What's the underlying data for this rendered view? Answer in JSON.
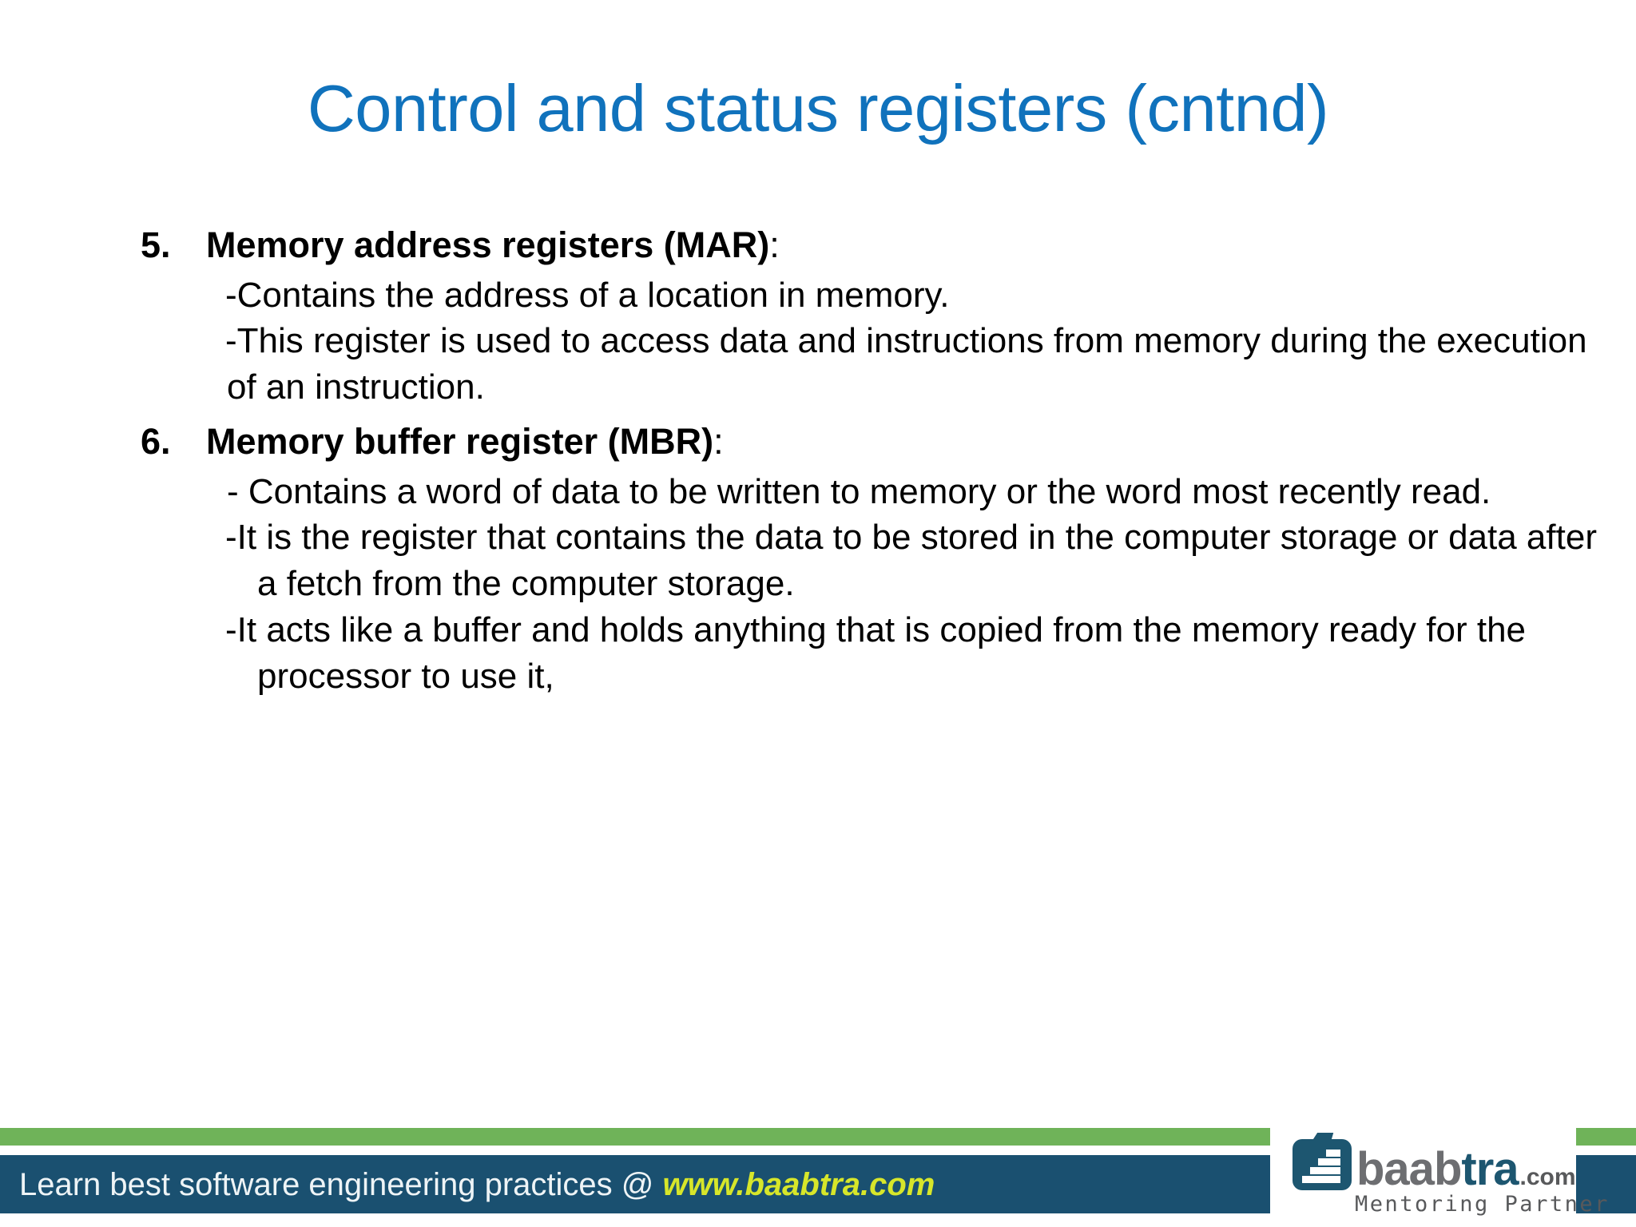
{
  "slide": {
    "title": "Control and status registers (cntnd)",
    "title_color": "#1072bc",
    "background_color": "#ffffff",
    "items": [
      {
        "number": "5.",
        "heading": "Memory address registers (MAR)",
        "heading_suffix": ":",
        "bullets": [
          "-Contains the address of a location in memory.",
          "-This register is used to access data and instructions from memory during the execution of an instruction."
        ]
      },
      {
        "number": "6.",
        "heading": "Memory buffer register (MBR)",
        "heading_suffix": ":",
        "bullets": [
          "- Contains a word of data to be written to memory or the word most recently read.",
          "-It is the register that contains the data to be stored in the computer storage or data after a fetch from the computer storage.",
          "-It acts like a buffer and holds anything that is copied from the memory ready for the processor to use it,"
        ]
      }
    ]
  },
  "footer": {
    "tagline": "Learn best software engineering practices @ ",
    "url": "www.baabtra.com",
    "green_bar_color": "#6fb359",
    "bar_color": "#1a5070",
    "text_color": "#eef4f6",
    "url_color": "#d7e62a"
  },
  "logo": {
    "brand_part1": "baab",
    "brand_part2": "tra",
    "brand_tld": ".com",
    "tagline": "Mentoring Partner",
    "mark_color": "#1d5670",
    "text_color": "#6d6e71"
  }
}
